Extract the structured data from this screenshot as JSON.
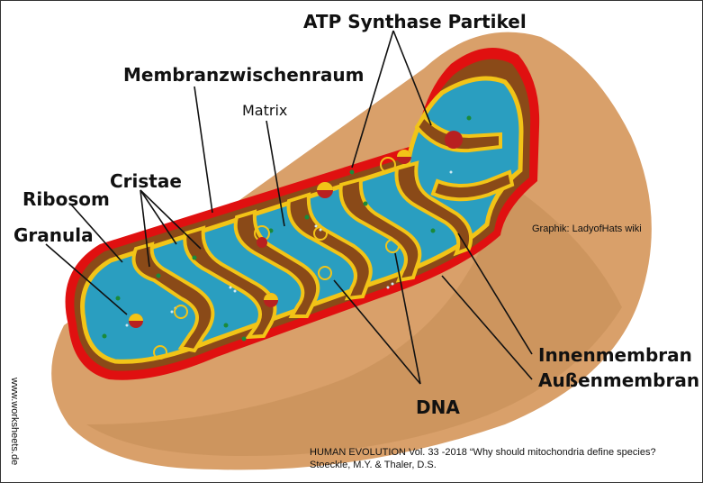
{
  "labels": {
    "atp": "ATP Synthase Partikel",
    "membranzwischenraum": "Membranzwischenraum",
    "matrix": "Matrix",
    "cristae": "Cristae",
    "ribosom": "Ribosom",
    "granula": "Granula",
    "innenmembran": "Innenmembran",
    "aussenmembran": "Außenmembran",
    "dna": "DNA"
  },
  "credits": {
    "graphik": "Graphik: LadyofHats wiki",
    "citation_line1": "HUMAN EVOLUTION Vol. 33 -2018 “Why should mitochondria define species?",
    "citation_line2": "Stoeckle, M.Y. & Thaler, D.S.",
    "site": "www.worksheets.de"
  },
  "colors": {
    "outer_body": "#d9a06a",
    "outer_shadow": "#b77e45",
    "outer_membrane": "#e01010",
    "intermembrane": "#8a4a18",
    "inner_membrane": "#f2c417",
    "matrix": "#2a9ec0",
    "matrix_dark": "#1d7fa0",
    "ribosome": "#1a8a3a",
    "granule": "#b82020"
  }
}
